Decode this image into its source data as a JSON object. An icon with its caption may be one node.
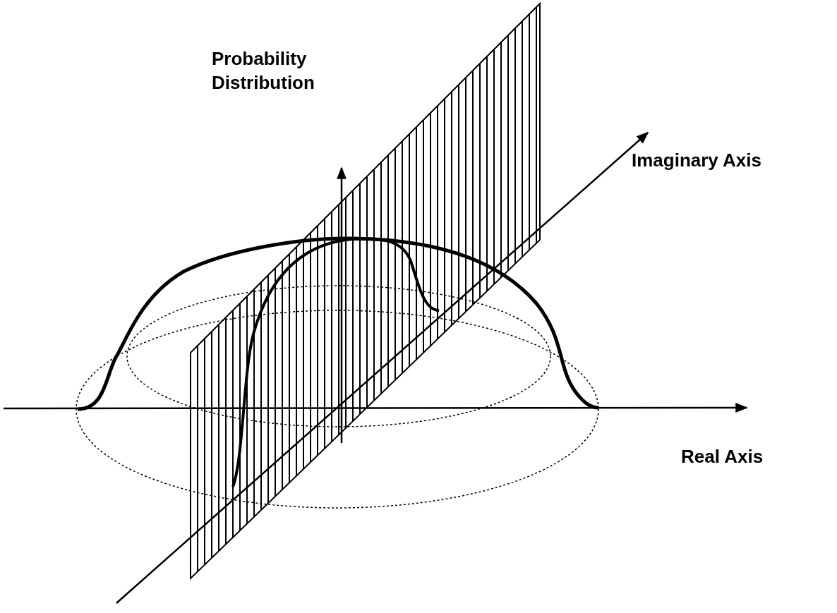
{
  "diagram": {
    "labels": [
      "Probability Distribution",
      "Imaginary Axis",
      "Real Axis"
    ]
  }
}
